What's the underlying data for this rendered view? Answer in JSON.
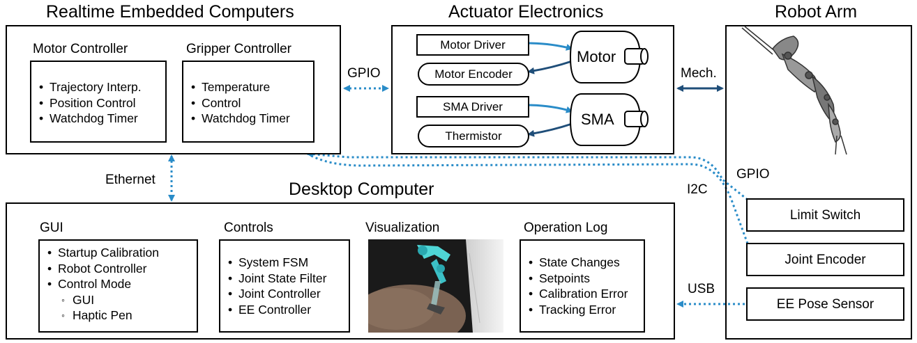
{
  "sections": {
    "realtime": {
      "title": "Realtime Embedded Computers",
      "motor_controller": {
        "title": "Motor Controller",
        "items": [
          "Trajectory Interp.",
          "Position Control",
          "Watchdog Timer"
        ]
      },
      "gripper_controller": {
        "title": "Gripper Controller",
        "items": [
          "Temperature",
          "Control",
          "Watchdog Timer"
        ]
      }
    },
    "actuator": {
      "title": "Actuator Electronics",
      "motor_driver": "Motor Driver",
      "motor_encoder": "Motor Encoder",
      "motor": "Motor",
      "sma_driver": "SMA Driver",
      "thermistor": "Thermistor",
      "sma": "SMA"
    },
    "robot_arm": {
      "title": "Robot Arm",
      "limit_switch": "Limit Switch",
      "joint_encoder": "Joint Encoder",
      "ee_pose_sensor": "EE Pose Sensor"
    },
    "desktop": {
      "title": "Desktop Computer",
      "gui": {
        "title": "GUI",
        "items": [
          "Startup Calibration",
          "Robot Controller",
          "Control Mode"
        ],
        "subitems": [
          "GUI",
          "Haptic Pen"
        ]
      },
      "controls": {
        "title": "Controls",
        "items": [
          "System FSM",
          "Joint State Filter",
          "Joint Controller",
          "EE Controller"
        ]
      },
      "visualization": {
        "title": "Visualization"
      },
      "operation_log": {
        "title": "Operation Log",
        "items": [
          "State Changes",
          "Setpoints",
          "Calibration Error",
          "Tracking Error"
        ]
      }
    }
  },
  "connections": {
    "gpio_actuator": "GPIO",
    "mech": "Mech.",
    "ethernet": "Ethernet",
    "gpio_arm": "GPIO",
    "i2c": "I2C",
    "usb": "USB"
  },
  "colors": {
    "link_blue": "#2e86c1",
    "dark_blue": "#1f4e79",
    "arrow_light": "#2a8cc8"
  }
}
